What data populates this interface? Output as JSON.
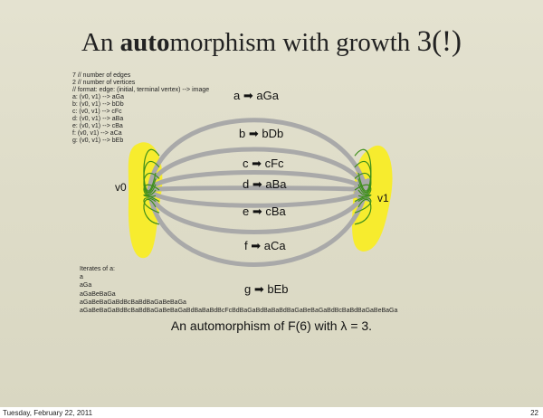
{
  "slide": {
    "title_parts": [
      "An ",
      "auto",
      "morphism with growth ",
      "3(!)"
    ],
    "code_lines": [
      "7 // number of edges",
      "2 // number of vertices",
      "// format: edge: (initial, terminal vertex) --> image",
      "a: (v0, v1) --> aGa",
      "b: (v0, v1) --> bDb",
      "c: (v0, v1) --> cFc",
      "d: (v0, v1) --> aBa",
      "e: (v0, v1) --> cBa",
      "f: (v0, v1) --> aCa",
      "g: (v0, v1) --> bEb"
    ],
    "vertices": {
      "left": "v0",
      "right": "v1"
    },
    "edges": [
      {
        "letter": "a",
        "image": "aGa"
      },
      {
        "letter": "b",
        "image": "bDb"
      },
      {
        "letter": "c",
        "image": "cFc"
      },
      {
        "letter": "d",
        "image": "aBa"
      },
      {
        "letter": "e",
        "image": "cBa"
      },
      {
        "letter": "f",
        "image": "aCa"
      },
      {
        "letter": "g",
        "image": "bEb"
      }
    ],
    "arrow_glyph": "➡",
    "iterates_lines": [
      "Iterates of a:",
      "a",
      "aGa",
      "aGaBeBaGa",
      "aGaBeBaGaBdBcBaBdBaGaBeBaGa",
      "aGaBeBaGaBdBcBaBdBaGaBeBaGaBdBaBaBdBcFcBdBaGaBdBaBaBdBaGaBeBaGaBdBcBaBdBaGaBeBaGa"
    ],
    "caption": "An automorphism of F(6) with λ = 3.",
    "colors": {
      "background": "#dedcc8",
      "edge_gray": "#a9a9a9",
      "blob_yellow": "#f7ec2e",
      "inner_green": "#3f8f1b"
    }
  },
  "footer": {
    "date": "Tuesday, February 22, 2011",
    "page_number": "22"
  }
}
